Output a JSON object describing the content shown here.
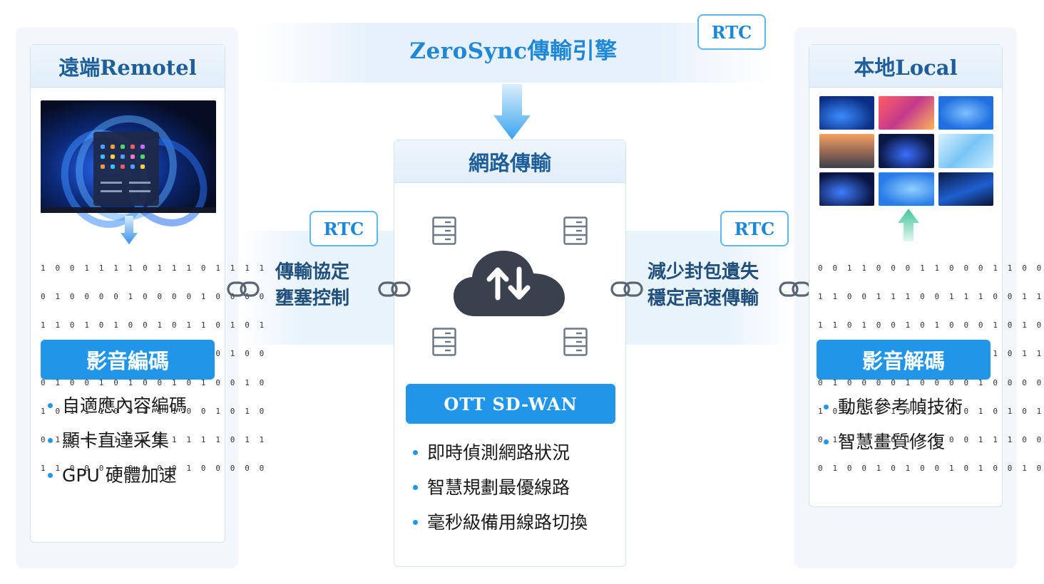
{
  "engine": {
    "title": "ZeroSync傳輸引擎",
    "rtc_tag": "RTC"
  },
  "remote": {
    "title": "遠端Remotel",
    "encode_label": "影音編碼",
    "features": [
      "自適應內容編碼",
      "顯卡直達采集",
      "GPU 硬體加速"
    ],
    "binary": [
      "1 0 0 1 1 1 1 0 1 1 1 0 1 1 1 1",
      "0 1 0 0 0 0 1 0 0 0 0 1 0 0 0 0",
      "1 1 0 1 0 1 0 0 1 0 1 1 0 1 0 1",
      "0 1 1 1 0 0 1 1 1 0 0 1 0 1 0 0",
      "0 1 0 0 1 0 1 0 0 1 0 1 0 0 1 0",
      "1 0 1 1 1 0 0 1 1 1 0 0 1 0 1 0",
      "0 1 0 1 1 1 0 0 1 1 1 1 1 0 1 1",
      "1 1 0 0 0 1 0 0 0 0 1 0 0 0 0 0"
    ]
  },
  "network": {
    "title": "網路傳輸",
    "sdwan_label": "OTT SD-WAN",
    "features": [
      "即時偵測網路狀況",
      "智慧規劃最優線路",
      "毫秒級備用線路切換"
    ]
  },
  "left_flow": {
    "rtc_tag": "RTC",
    "lines": [
      "傳輸協定",
      "壅塞控制"
    ]
  },
  "right_flow": {
    "rtc_tag": "RTC",
    "lines": [
      "減少封包遺失",
      "穩定高速傳輸"
    ]
  },
  "local": {
    "title": "本地Local",
    "decode_label": "影音解碼",
    "features": [
      "動態參考幀技術",
      "智慧畫質修復"
    ],
    "binary": [
      "0 0 1 1 0 0 0 1 1 0 0 0 1 1 0 0",
      "1 1 0 0 1 1 1 0 0 1 1 1 0 0 1 1",
      "1 1 0 1 0 0 1 0 1 0 0 0 1 0 1 0",
      "1 0 1 0 1 1 1 0 1 0 1 1 1 0 1 1",
      "0 1 0 0 0 0 1 0 0 0 0 1 0 0 0 0",
      "1 0 0 1 0 1 0 1 0 1 0 1 0 1 0 1",
      "0 1 1 1 0 0 1 1 1 0 0 1 1 1 0 0",
      "0 1 0 0 1 0 1 0 0 1 0 1 0 0 1 0"
    ]
  },
  "colors": {
    "accent": "#2196e8",
    "title_blue": "#1e88d6",
    "head_text": "#1f5f99",
    "cloud": "#3a414d"
  },
  "icons": [
    "arrow-down-icon",
    "link-icon",
    "server-icon",
    "cloud-upload-download-icon",
    "arrow-up-icon"
  ]
}
